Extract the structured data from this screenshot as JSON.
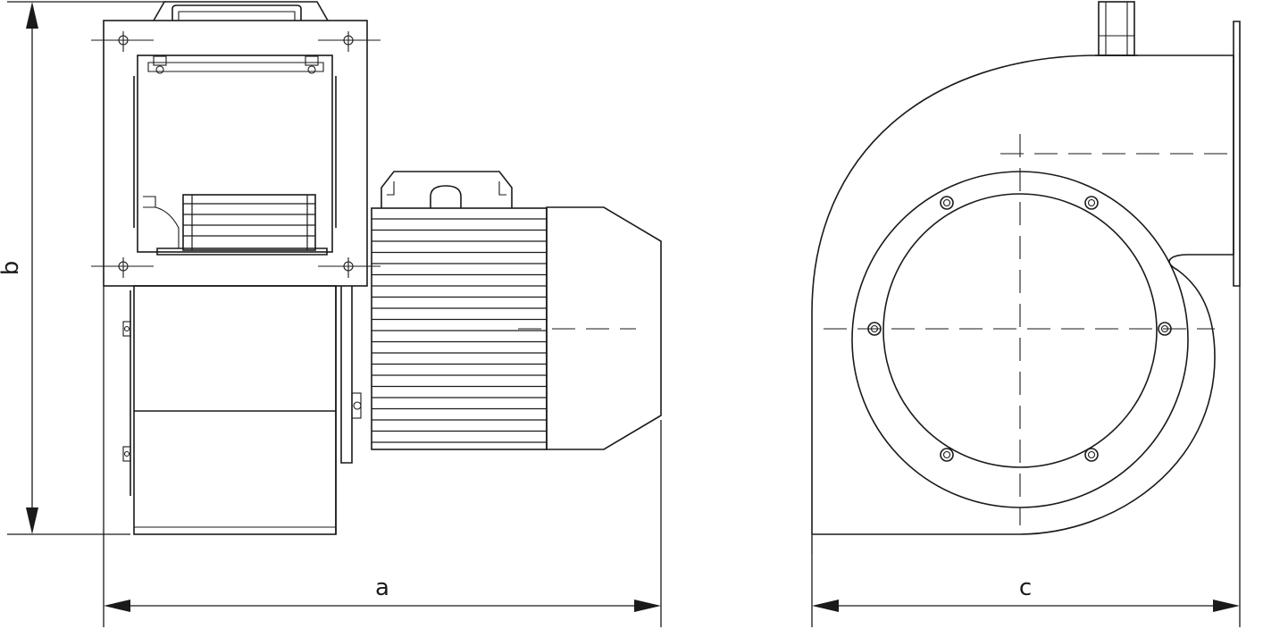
{
  "dimensions": {
    "a": "a",
    "b": "b",
    "c": "c"
  },
  "colors": {
    "line": "#1a1a1a",
    "background": "#ffffff"
  }
}
